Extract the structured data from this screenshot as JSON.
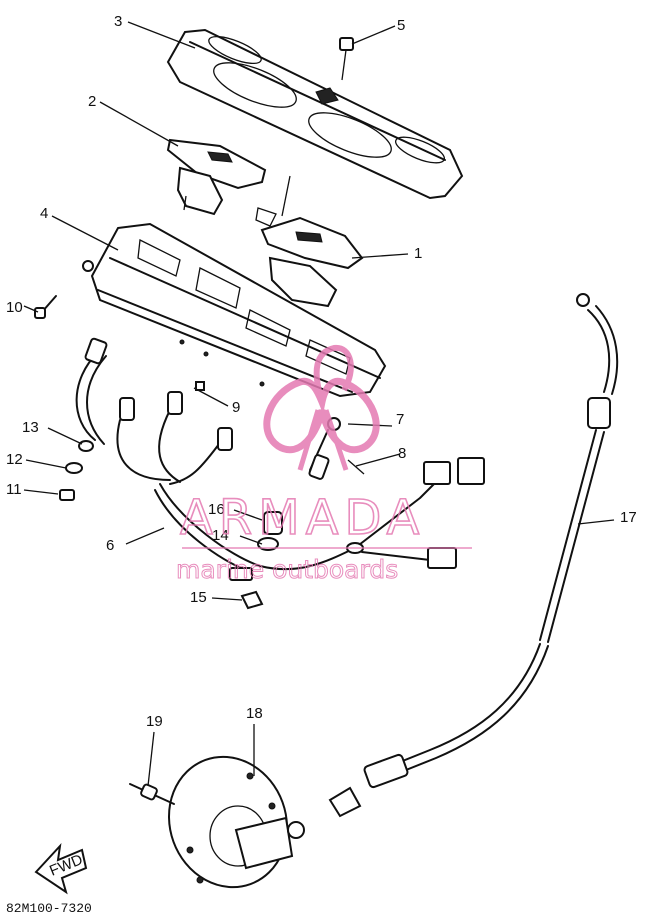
{
  "diagram": {
    "callouts": [
      "1",
      "2",
      "3",
      "4",
      "5",
      "6",
      "7",
      "8",
      "9",
      "10",
      "11",
      "12",
      "13",
      "14",
      "15",
      "16",
      "17",
      "18",
      "19"
    ],
    "drawing_code": "82M100-7320",
    "fwd_label": "FWD"
  },
  "watermark": {
    "brand": "ARMADA",
    "tagline": "marine outboards",
    "color": "#e47ab2"
  }
}
